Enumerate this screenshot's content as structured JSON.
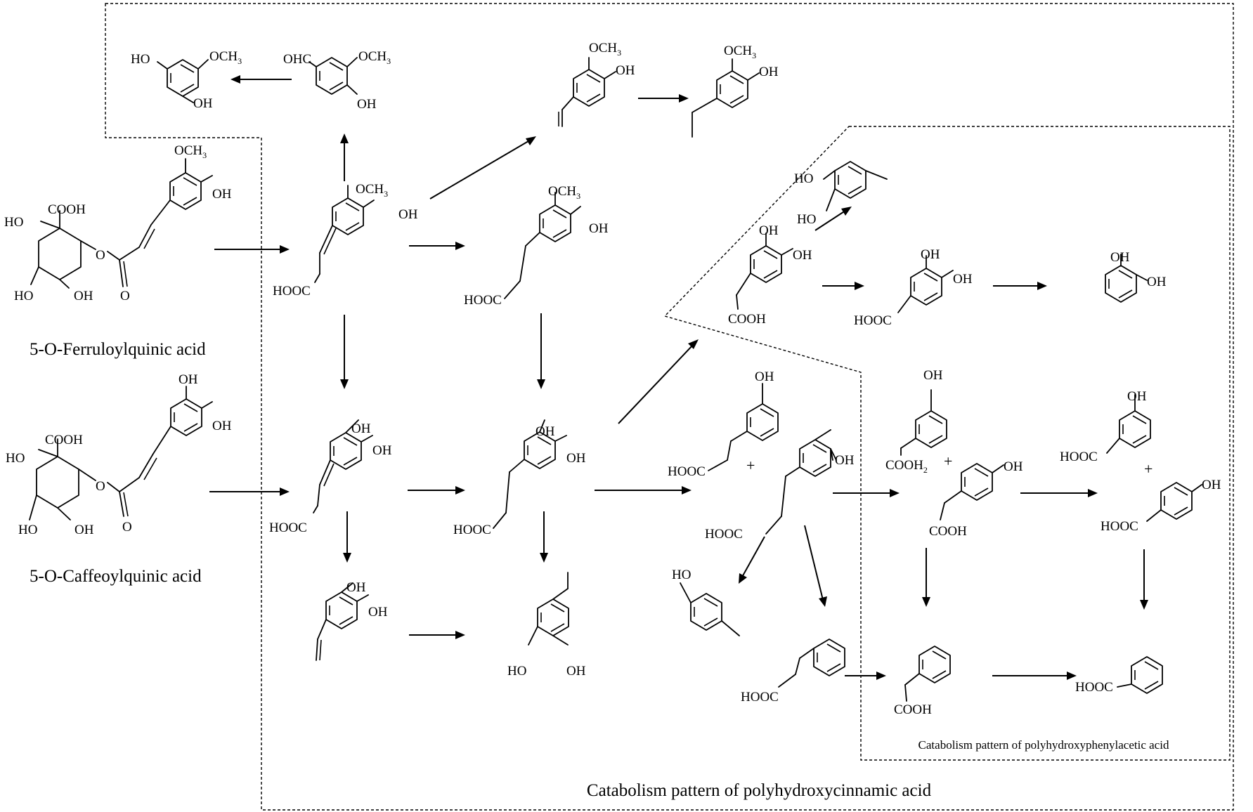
{
  "regions": {
    "cinnamic_label": "Catabolism pattern of polyhydroxycinnamic acid",
    "phenylacetic_label": "Catabolism pattern of polyhydroxyphenylacetic acid"
  },
  "compounds": {
    "ferruloylquinic": "5-O-Ferruloylquinic acid",
    "caffeoylquinic": "5-O-Caffeoylquinic acid"
  },
  "atoms": {
    "OCH": "OCH",
    "three": "3",
    "two": "2",
    "OH": "OH",
    "HO": "HO",
    "OHC": "OHC",
    "COOH": "COOH",
    "HOOC": "HOOC",
    "O": "O",
    "plus": "+"
  }
}
